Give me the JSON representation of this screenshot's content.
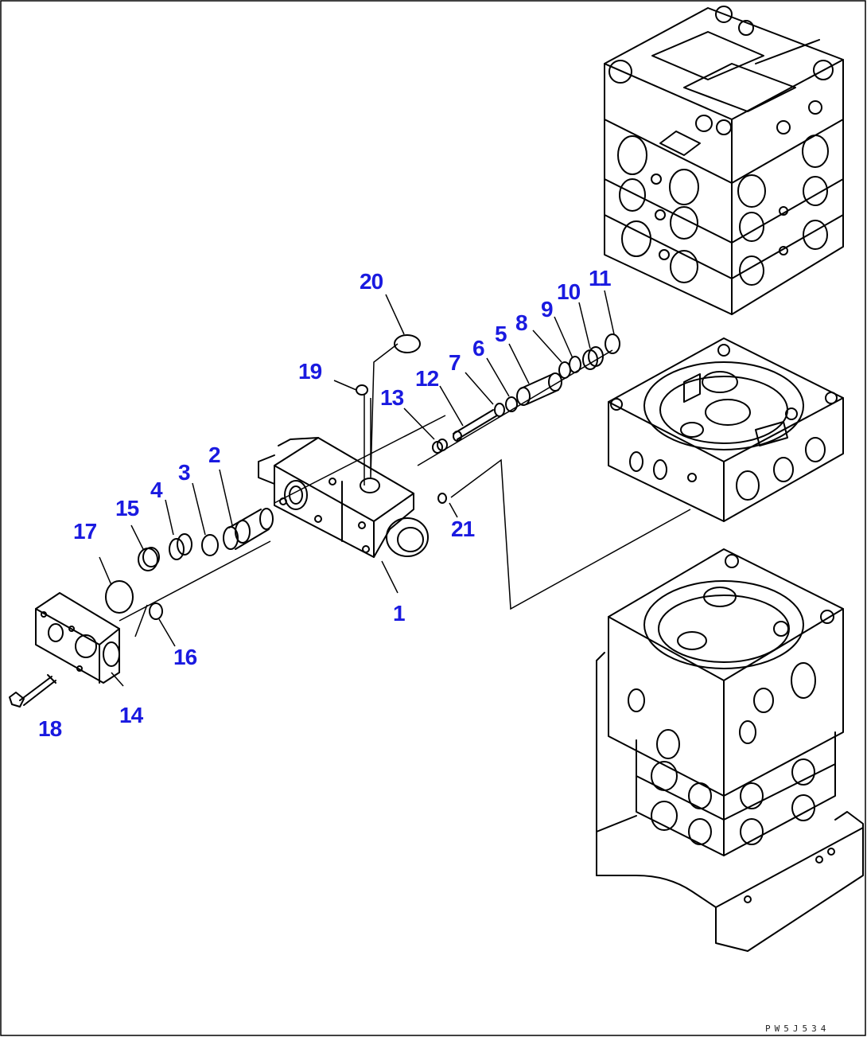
{
  "diagram": {
    "part_labels": [
      "1",
      "2",
      "3",
      "4",
      "5",
      "6",
      "7",
      "8",
      "9",
      "10",
      "11",
      "12",
      "13",
      "14",
      "15",
      "16",
      "17",
      "18",
      "19",
      "20",
      "21"
    ],
    "drawing_code": "PW5J534"
  }
}
